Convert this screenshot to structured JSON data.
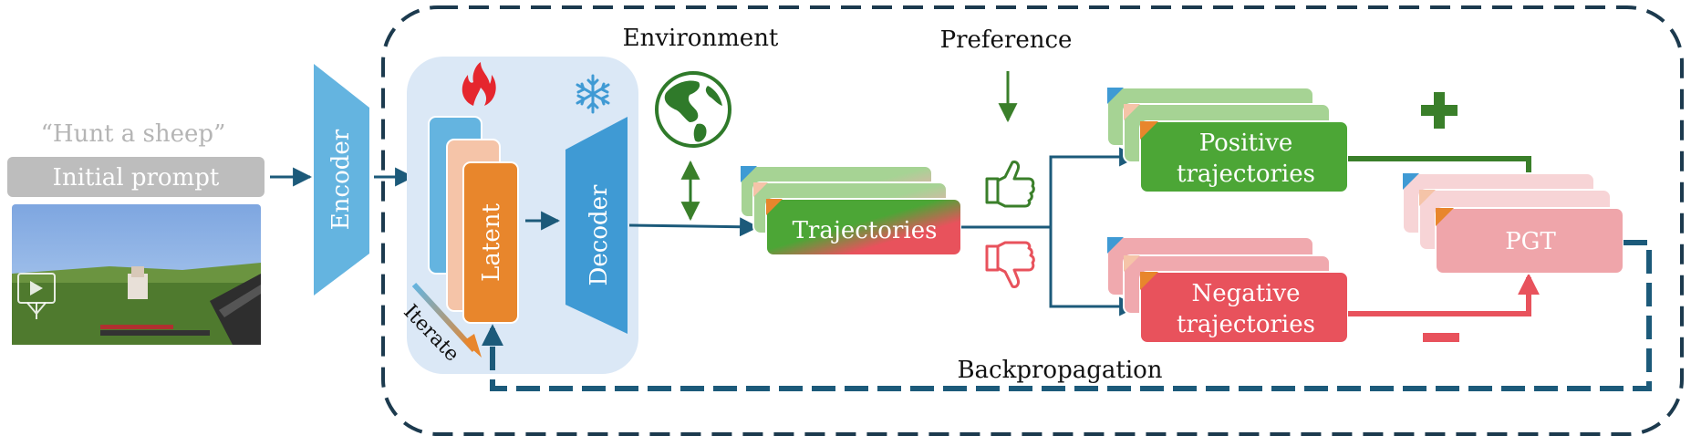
{
  "prompt": {
    "quote": "“Hunt a sheep”",
    "label": "Initial prompt"
  },
  "encoder": {
    "label": "Encoder"
  },
  "latent": {
    "label": "Latent"
  },
  "iterate": {
    "label": "Iterate"
  },
  "decoder": {
    "label": "Decoder"
  },
  "environment": {
    "label": "Environment"
  },
  "trajectories": {
    "label": "Trajectories"
  },
  "preference": {
    "label": "Preference"
  },
  "positive": {
    "line1": "Positive",
    "line2": "trajectories"
  },
  "negative": {
    "line1": "Negative",
    "line2": "trajectories"
  },
  "pgt": {
    "label": "PGT"
  },
  "backprop": {
    "label": "Backpropagation"
  },
  "colors": {
    "dark_blue": "#1c5a7a",
    "light_blue": "#64b4e0",
    "orange": "#e8862c",
    "peach": "#f5c4a8",
    "green": "#4ca636",
    "dark_green": "#3a7f2a",
    "red": "#e8525c",
    "pink": "#f0a9ae",
    "gray": "#bdbdbd",
    "panel": "#dbe8f6"
  },
  "icons": [
    "flame-icon",
    "snowflake-icon",
    "globe-icon",
    "thumbs-up-icon",
    "thumbs-down-icon",
    "plus-icon",
    "minus-icon",
    "video-icon"
  ]
}
